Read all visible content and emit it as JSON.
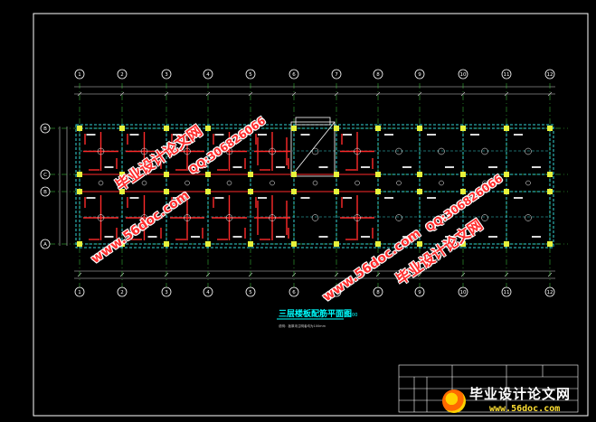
{
  "drawing": {
    "title": "三层楼板配筋平面图",
    "scale": "1:100",
    "note": "说明：板厚未注明者均为100mm",
    "axis_columns": [
      "1",
      "2",
      "3",
      "4",
      "5",
      "6",
      "7",
      "8",
      "9",
      "10",
      "11",
      "12"
    ],
    "axis_rows": [
      "B",
      "C",
      "B",
      "A"
    ]
  },
  "watermarks": {
    "site_name": "毕业设计论文网",
    "site_url": "www.56doc.com",
    "qq": "QQ:306826066"
  },
  "brand": {
    "title": "毕业设计论文网",
    "url": "www.56doc.com"
  },
  "colors": {
    "background": "#000000",
    "frame": "#ffffff",
    "beam_cyan": "#35d3d3",
    "column_yellow": "#e7f23a",
    "rebar_red": "#ff2a2a",
    "axis_green": "#3fd13f",
    "title_cyan": "#00ffff",
    "watermark_red": "#ff2d2d"
  }
}
